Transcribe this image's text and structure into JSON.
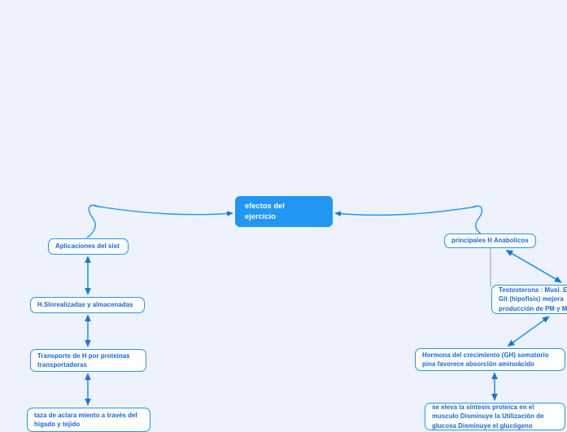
{
  "canvas": {
    "background_color": "#eef2fc",
    "accent_color": "#2196f3",
    "node_text_color": "#1565d8",
    "root_text_color": "#ffffff",
    "guide_line_color": "#b9bcc4"
  },
  "mindmap": {
    "root": {
      "id": "root",
      "label": "efectos del\nejercicio"
    },
    "left_branch": [
      {
        "id": "aplicaciones",
        "label": "Aplicaciones del sist"
      },
      {
        "id": "hsin",
        "label": "H.SInrealizadas y almacenadas"
      },
      {
        "id": "transporte",
        "label": "Transporte de H por proteinas\ntransportadoras"
      },
      {
        "id": "taza",
        "label": "taza de aclara miento a través del\nhígado y tejido"
      }
    ],
    "right_branch": [
      {
        "id": "principales",
        "label": "principales H Anabolicos"
      },
      {
        "id": "testosterona",
        "label": "Testosterona : Musi. E\nGit (hipofisis) mejora\nproducción de PM y M"
      },
      {
        "id": "gh",
        "label": "Hormona del crecimiento (GH) somatorio\npina favorece absorción aminoácido"
      },
      {
        "id": "seeleva",
        "label": "se eleva la síntesis proteica en el\nmusculo Disminuye la Utilización de\nglucosa Disminuye el glucógeno"
      }
    ]
  }
}
